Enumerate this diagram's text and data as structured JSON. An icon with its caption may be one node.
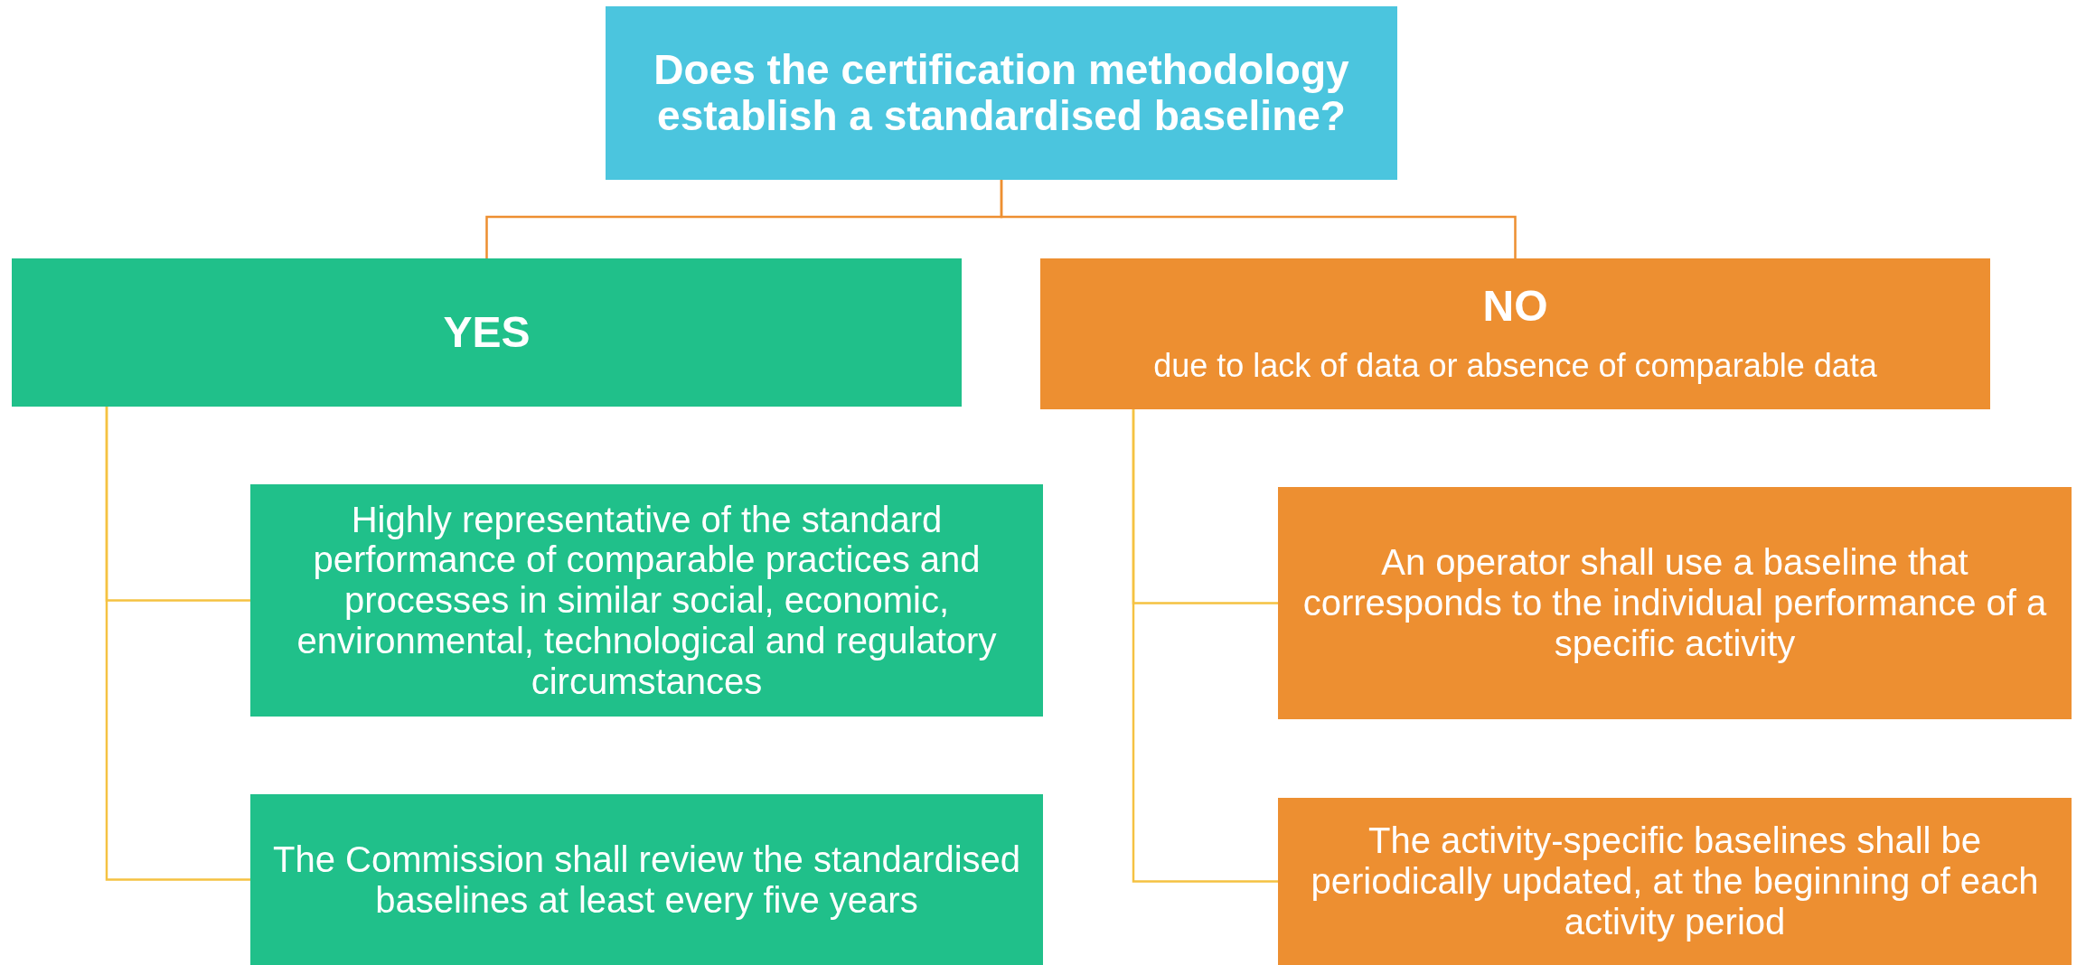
{
  "diagram": {
    "nodes": [
      {
        "text": [
          "Does the certification methodology establish a standardised baseline?"
        ]
      },
      {
        "text": [
          "YES"
        ]
      },
      {
        "text": [
          "NO",
          "due to lack of data or absence of comparable data"
        ]
      },
      {
        "text": [
          "Highly representative of the standard performance of comparable practices and processes in similar social, economic, environmental, technological and regulatory circumstances"
        ]
      },
      {
        "text": [
          "The Commission shall review the standardised baselines at least every five years"
        ]
      },
      {
        "text": [
          "An operator shall use a baseline that corresponds to the individual performance of a specific activity"
        ]
      },
      {
        "text": [
          "The activity-specific baselines shall be periodically updated, at the beginning of each activity period"
        ]
      }
    ],
    "edges": [
      {
        "from": 0,
        "to": 1,
        "arrow": "none",
        "color": "#ed8f31"
      },
      {
        "from": 0,
        "to": 2,
        "arrow": "none",
        "color": "#ed8f31"
      },
      {
        "from": 1,
        "to": 3,
        "arrow": "none"
      },
      {
        "from": 1,
        "to": 4,
        "arrow": "none"
      },
      {
        "from": 2,
        "to": 5,
        "arrow": "none"
      },
      {
        "from": 2,
        "to": 6,
        "arrow": "none"
      }
    ]
  }
}
